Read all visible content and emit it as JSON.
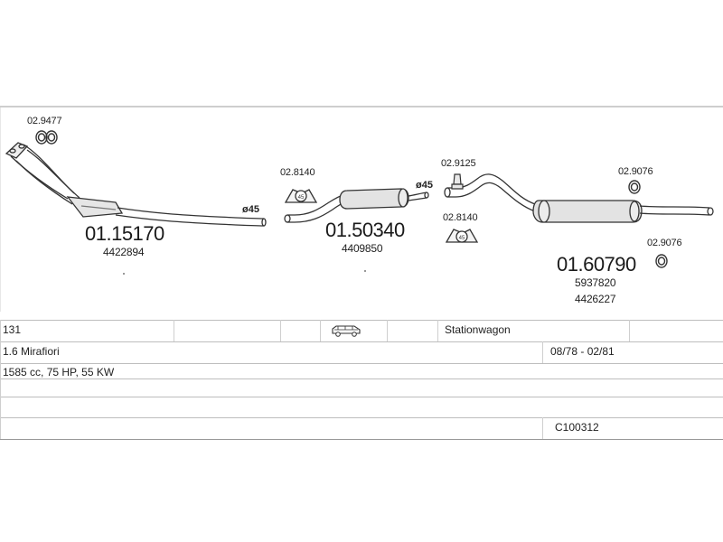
{
  "parts": {
    "front_pipe": {
      "number": "01.15170",
      "oem": "4422894",
      "diameter": "ø45"
    },
    "middle_muffler": {
      "number": "01.50340",
      "oem": "4409850",
      "diameter": "ø45"
    },
    "rear_muffler": {
      "number": "01.60790",
      "oem1": "5937820",
      "oem2": "4426227"
    }
  },
  "accessories": {
    "gasket_front": "02.9477",
    "clamp_mid": "02.8140",
    "clamp_rear_top": "02.9125",
    "clamp_rear_bottom": "02.8140",
    "ring_rear_top": "02.9076",
    "ring_rear_bottom": "02.9076"
  },
  "table": {
    "model": "131",
    "body_type": "Stationwagon",
    "variant": "1.6 Mirafiori",
    "period": "08/78 - 02/81",
    "engine": "1585 cc, 75 HP, 55 KW",
    "code": "C100312",
    "car_icon": "station-wagon-icon"
  }
}
